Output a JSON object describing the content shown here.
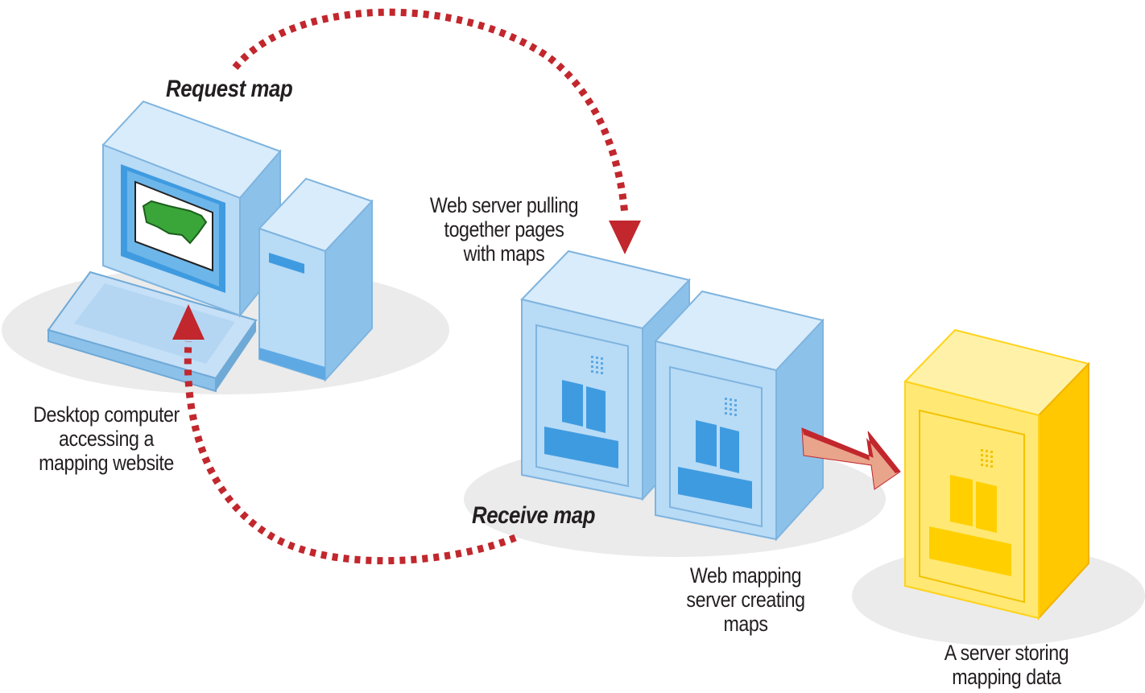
{
  "labels": {
    "request_map": "Request map",
    "receive_map": "Receive map",
    "desktop": [
      "Desktop computer",
      "accessing a",
      "mapping website"
    ],
    "web_server": [
      "Web server pulling",
      "together pages",
      "with maps"
    ],
    "mapping_server": [
      "Web mapping",
      "server creating",
      "maps"
    ],
    "data_server": [
      "A server storing",
      "mapping data"
    ]
  },
  "colors": {
    "arrow_red": "#c1272d",
    "server_blue": "#a9d4f5",
    "storage_yellow": "#ffd21a",
    "map_green": "#3aa63a",
    "shadow_gray": "#ebebeb"
  }
}
